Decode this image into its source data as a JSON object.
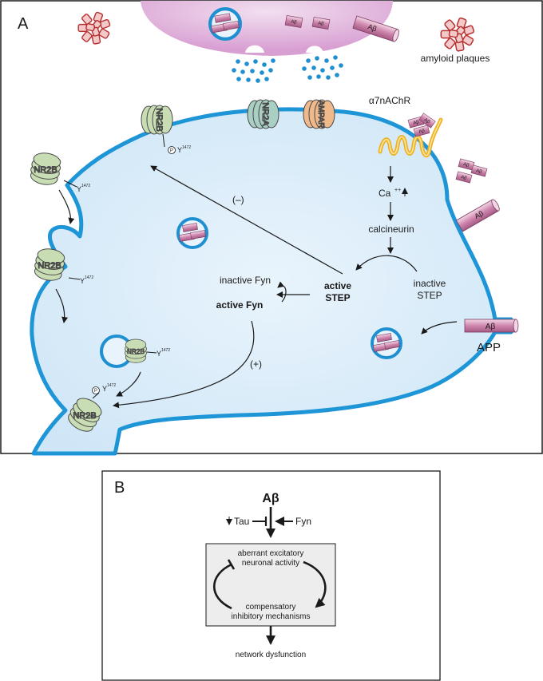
{
  "panel_a": {
    "letter": "A",
    "plaques_label": "amyloid plaques",
    "receptor_label": "α7nAChR",
    "ab_label": "Aβ",
    "nr2b_label": "NR2B",
    "nr2a_label": "NR2A",
    "ampar_label": "AMPAR",
    "y1472": "Y",
    "y1472_sup": "1472",
    "phospho": "P",
    "ca": "Ca",
    "ca_sup": "++",
    "calcineurin": "calcineurin",
    "inactive_step_1": "inactive",
    "inactive_step_2": "STEP",
    "active_step_1": "active",
    "active_step_2": "STEP",
    "inactive_fyn": "inactive Fyn",
    "active_fyn": "active Fyn",
    "minus": "(–)",
    "plus": "(+)",
    "app": "APP"
  },
  "panel_b": {
    "letter": "B",
    "ab": "Aβ",
    "tau": "Tau",
    "fyn": "Fyn",
    "top_1": "aberrant excitatory",
    "top_2": "neuronal activity",
    "bottom_1": "compensatory",
    "bottom_2": "inhibitory mechanisms",
    "outcome": "network  dysfunction"
  },
  "colors": {
    "cell_fill": "#d6eaf8",
    "membrane": "#1e95d6",
    "pink": "#dca4d6",
    "vesicle": "#1e8fd0",
    "nr2": "#c8ddb4",
    "nr2a": "#a9cfc4",
    "ampar": "#f0b98c",
    "rod": "#c97aa0"
  }
}
